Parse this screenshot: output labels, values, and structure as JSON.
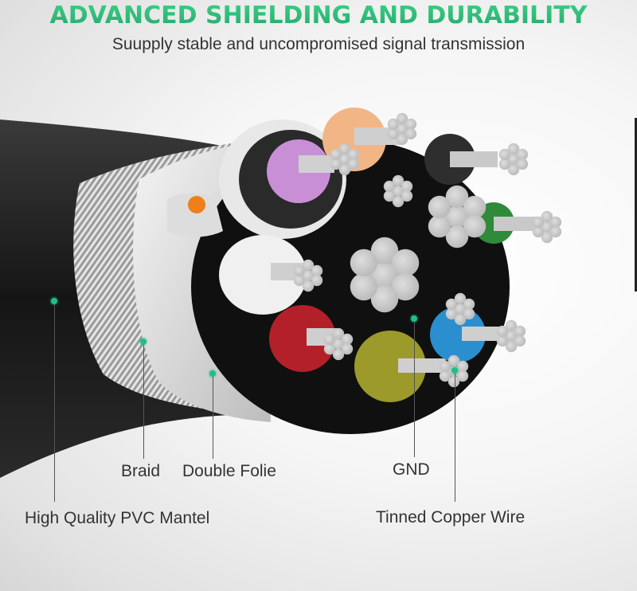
{
  "header": {
    "title": "ADVANCED SHIELDING AND DURABILITY",
    "subtitle": "Suupply stable and uncompromised signal transmission"
  },
  "colors": {
    "title_green": "#2fc07d",
    "marker_green": "#1fbf86",
    "label_text": "#333333",
    "jacket_black": "#1b1b1b",
    "conductor_colors": [
      "#f2b585",
      "#c98fd6",
      "#d8d8d8",
      "#2e2e2e",
      "#2f8a3a",
      "#b3202a",
      "#9c9a2a",
      "#2b8fcf",
      "#ef7f1a"
    ]
  },
  "callouts": [
    {
      "id": "pvc",
      "label": "High Quality PVC Mantel"
    },
    {
      "id": "braid",
      "label": "Braid"
    },
    {
      "id": "foil",
      "label": "Double Folie"
    },
    {
      "id": "gnd",
      "label": "GND"
    },
    {
      "id": "copper",
      "label": "Tinned Copper Wire"
    }
  ]
}
